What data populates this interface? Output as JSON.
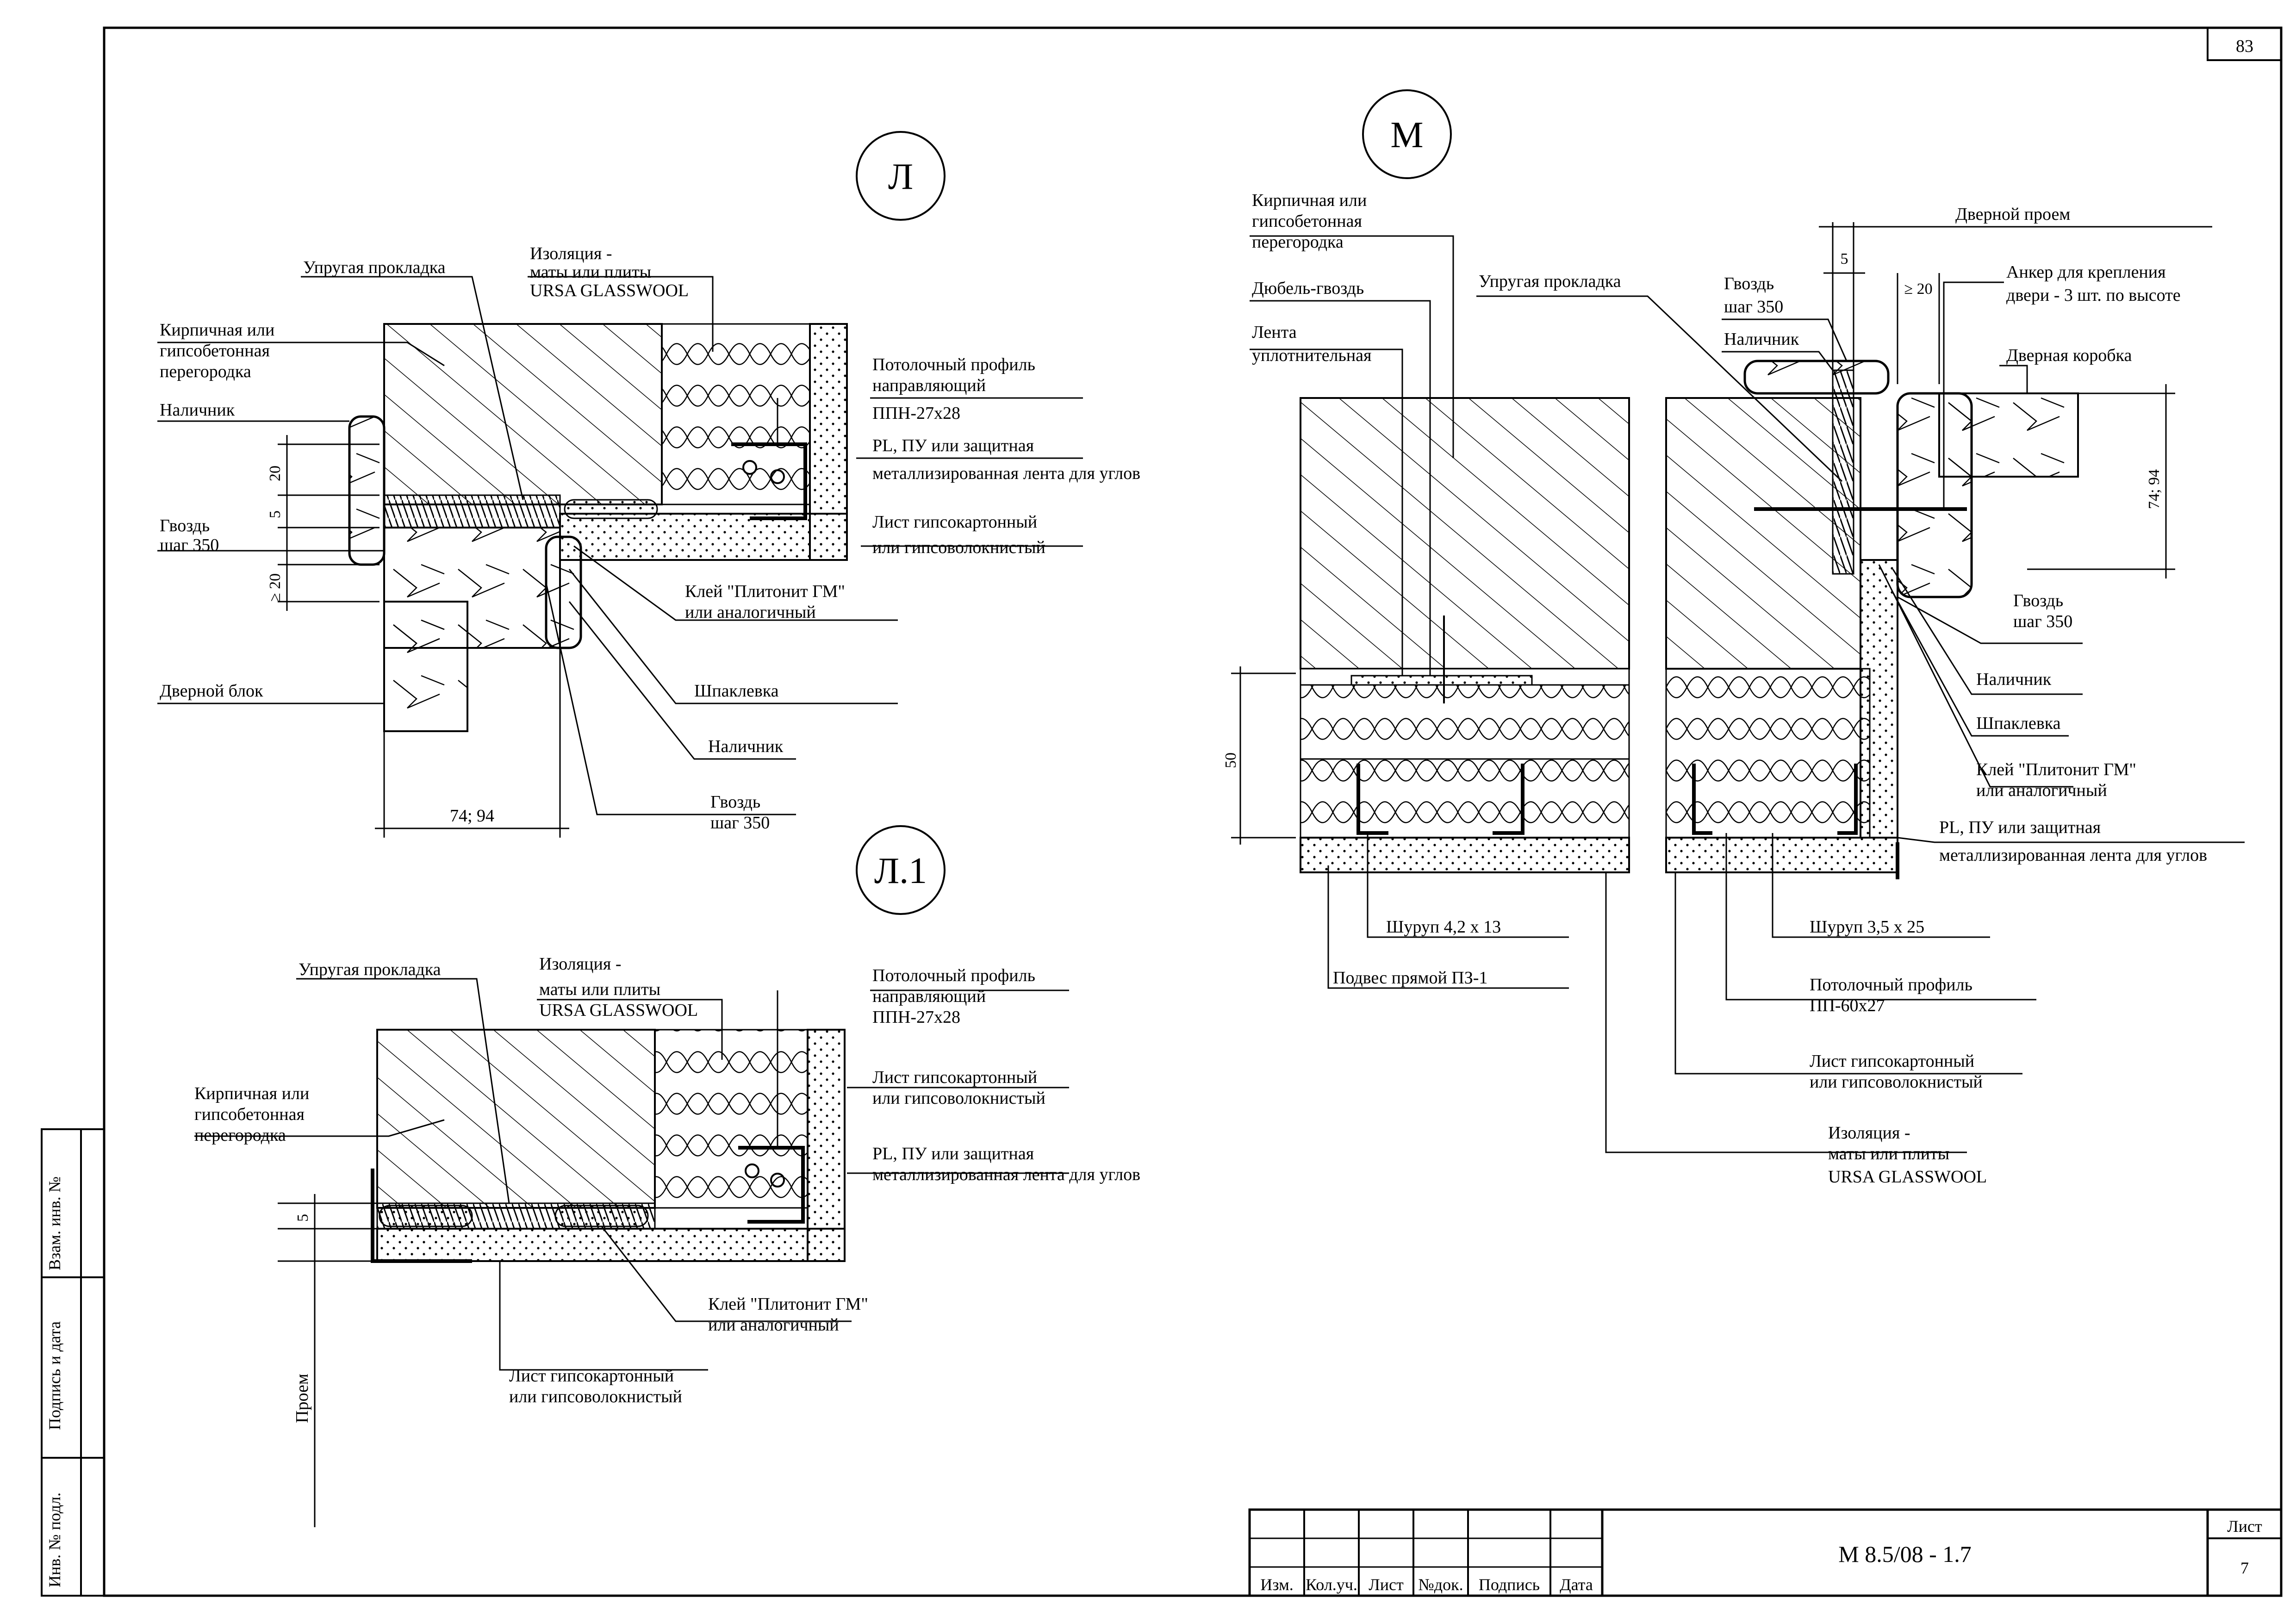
{
  "sheet": {
    "page_number": "83",
    "code": "М 8.5/08 - 1.7",
    "list_label": "Лист",
    "list_number": "7",
    "stamp_cols": [
      "Изм.",
      "Кол.уч.",
      "Лист",
      "№док.",
      "Подпись",
      "Дата"
    ],
    "side_stamps": [
      "Взам. инв. №",
      "Подпись и дата",
      "Инв. № подл."
    ]
  },
  "details": {
    "L": {
      "marker": "Л",
      "labels": {
        "spring_pad": "Упругая прокладка",
        "insulation_1": "Изоляция -",
        "insulation_2": "маты или плиты",
        "insulation_3": "URSA GLASSWOOL",
        "brick_1": "Кирпичная или",
        "brick_2": "гипсобетонная",
        "brick_3": "перегородка",
        "ceiling_profile_1": "Потолочный профиль",
        "ceiling_profile_2": "направляющий",
        "ceiling_profile_3": "ППН-27х28",
        "tape_1": "PL, ПУ или защитная",
        "tape_2": "металлизированная лента для углов",
        "architrave_1": "Наличник",
        "nail_1": "Гвоздь",
        "nail_2": "шаг 350",
        "drywall_1": "Лист гипсокартонный",
        "drywall_2": "или гипсоволокнистый",
        "glue_1": "Клей \"Плитонит ГМ\"",
        "glue_2": "или аналогичный",
        "putty": "Шпаклевка",
        "door_block": "Дверной блок",
        "architrave_2": "Наличник",
        "nail_b1": "Гвоздь",
        "nail_b2": "шаг 350"
      },
      "dims": {
        "d20": "20",
        "d5": "5",
        "dge20": "≥ 20",
        "d7494": "74; 94"
      }
    },
    "L1": {
      "marker": "Л.1",
      "labels": {
        "spring_pad": "Упругая прокладка",
        "insulation_1": "Изоляция -",
        "insulation_2": "маты или плиты",
        "insulation_3": "URSA GLASSWOOL",
        "ceiling_profile_1": "Потолочный профиль",
        "ceiling_profile_2": "направляющий",
        "ceiling_profile_3": "ППН-27х28",
        "brick_1": "Кирпичная или",
        "brick_2": "гипсобетонная",
        "brick_3": "перегородка",
        "drywall_1": "Лист гипсокартонный",
        "drywall_2": "или гипсоволокнистый",
        "tape_1": "PL, ПУ или защитная",
        "tape_2": "металлизированная лента для углов",
        "glue_1": "Клей \"Плитонит ГМ\"",
        "glue_2": "или аналогичный",
        "drywall_b1": "Лист гипсокартонный",
        "drywall_b2": "или гипсоволокнистый",
        "opening": "Проем"
      },
      "dims": {
        "d5": "5"
      }
    },
    "M": {
      "marker": "М",
      "labels": {
        "brick_1": "Кирпичная или",
        "brick_2": "гипсобетонная",
        "brick_3": "перегородка",
        "dowel": "Дюбель-гвоздь",
        "tape_1": "Лента",
        "tape_2": "уплотнительная",
        "spring_pad": "Упругая прокладка",
        "door_opening": "Дверной проем",
        "nail_1": "Гвоздь",
        "nail_2": "шаг 350",
        "anchor_1": "Анкер для крепления",
        "anchor_2": "двери - 3 шт. по высоте",
        "architrave": "Наличник",
        "door_frame": "Дверная коробка",
        "nail_b1": "Гвоздь",
        "nail_b2": "шаг 350",
        "architrave_b": "Наличник",
        "putty": "Шпаклевка",
        "glue_1": "Клей \"Плитонит ГМ\"",
        "glue_2": "или аналогичный",
        "tape_p1": "PL, ПУ или защитная",
        "tape_p2": "металлизированная лента для углов",
        "screw_42": "Шуруп 4,2 х 13",
        "screw_35": "Шуруп 3,5 х 25",
        "hanger": "Подвес прямой ПЗ-1",
        "ceiling_profile_1": "Потолочный профиль",
        "ceiling_profile_2": "ПП-60х27",
        "drywall_1": "Лист гипсокартонный",
        "drywall_2": "или гипсоволокнистый",
        "insulation_1": "Изоляция -",
        "insulation_2": "маты или плиты",
        "insulation_3": "URSA GLASSWOOL"
      },
      "dims": {
        "d50": "50",
        "d5": "5",
        "dge20": "≥ 20",
        "d7494": "74; 94"
      }
    }
  }
}
